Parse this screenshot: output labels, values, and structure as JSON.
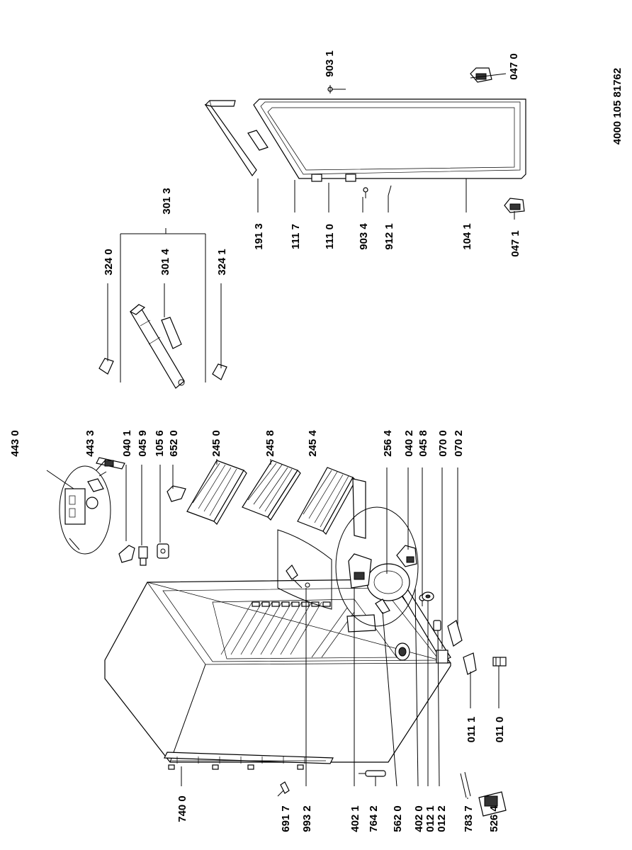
{
  "document_id": "4000 105 81762",
  "parts": {
    "p0470": "047 0",
    "p9031": "903 1",
    "p3013": "301 3",
    "p3240": "324 0",
    "p3014": "301 4",
    "p3241": "324 1",
    "p1913": "191 3",
    "p1117": "111 7",
    "p1110": "111 0",
    "p9034": "903 4",
    "p9121": "912 1",
    "p1041": "104 1",
    "p0471": "047 1",
    "p4430": "443 0",
    "p4433": "443 3",
    "p0401": "040 1",
    "p0459": "045 9",
    "p1056": "105 6",
    "p6520": "652 0",
    "p2450": "245 0",
    "p2458": "245 8",
    "p2454": "245 4",
    "p2564": "256 4",
    "p0402": "040 2",
    "p0458": "045 8",
    "p0700": "070 0",
    "p0702": "070 2",
    "p0111": "011 1",
    "p0110": "011 0",
    "p7400": "740 0",
    "p6917": "691 7",
    "p9932": "993 2",
    "p4021": "402 1",
    "p7642": "764 2",
    "p5620": "562 0",
    "p4020": "402 0",
    "p0121": "012 1",
    "p0122": "012 2",
    "p7837": "783 7",
    "p5264": "526 4"
  }
}
